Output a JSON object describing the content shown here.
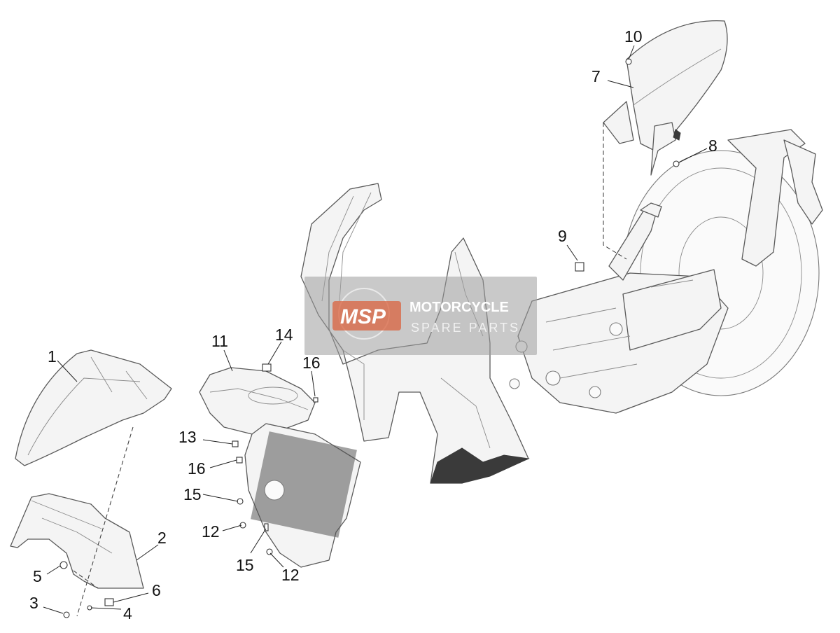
{
  "callouts": [
    {
      "id": "c1",
      "label": "1"
    },
    {
      "id": "c2",
      "label": "2"
    },
    {
      "id": "c3",
      "label": "3"
    },
    {
      "id": "c4",
      "label": "4"
    },
    {
      "id": "c5",
      "label": "5"
    },
    {
      "id": "c6",
      "label": "6"
    },
    {
      "id": "c7",
      "label": "7"
    },
    {
      "id": "c8",
      "label": "8"
    },
    {
      "id": "c9",
      "label": "9"
    },
    {
      "id": "c10",
      "label": "10"
    },
    {
      "id": "c11",
      "label": "11"
    },
    {
      "id": "c12a",
      "label": "12"
    },
    {
      "id": "c12b",
      "label": "12"
    },
    {
      "id": "c13",
      "label": "13"
    },
    {
      "id": "c14",
      "label": "14"
    },
    {
      "id": "c15a",
      "label": "15"
    },
    {
      "id": "c15b",
      "label": "15"
    },
    {
      "id": "c16a",
      "label": "16"
    },
    {
      "id": "c16b",
      "label": "16"
    }
  ],
  "watermark": {
    "badge": "MSP",
    "line1": "MOTORCYCLE",
    "line2": "SPARE PARTS",
    "colors": {
      "badge": "#d9623d",
      "box": "#9c9c9c"
    }
  }
}
